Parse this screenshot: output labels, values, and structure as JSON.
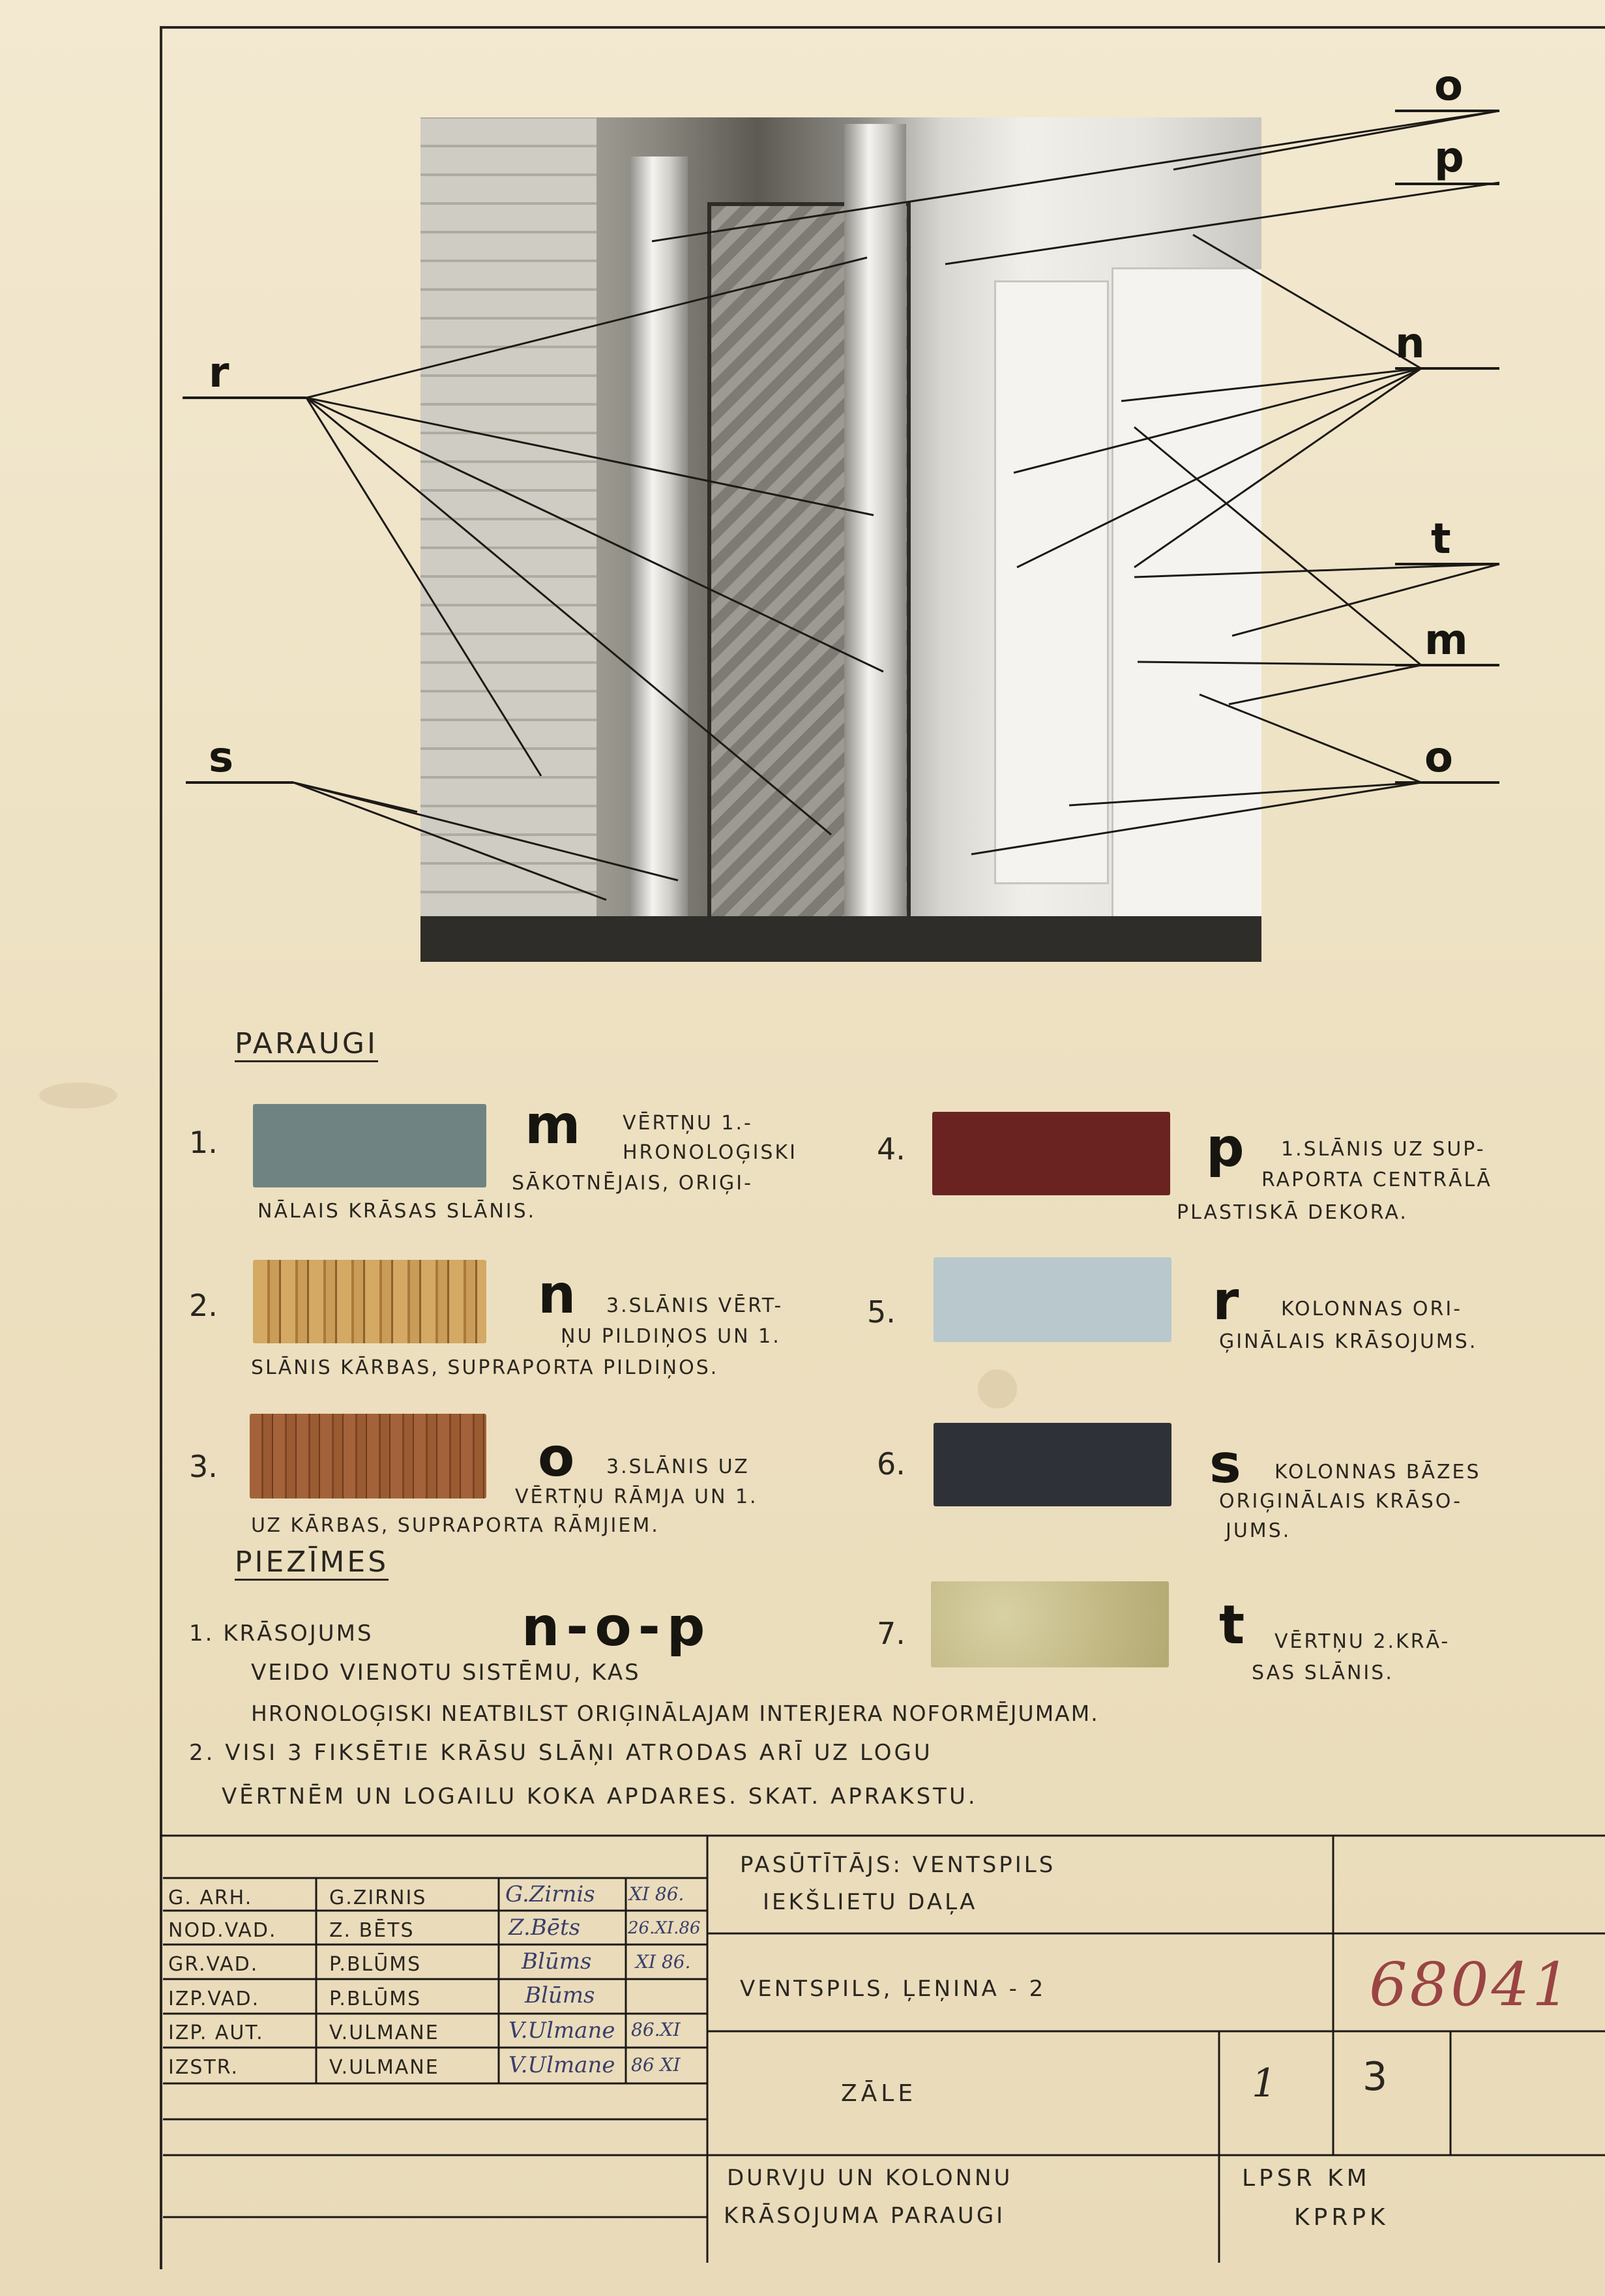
{
  "labels": {
    "o_top": "o",
    "p": "p",
    "r": "r",
    "n": "n",
    "t": "t",
    "m": "m",
    "s": "s",
    "o_bottom": "o"
  },
  "samples_heading": "PARAUGI",
  "samples": [
    {
      "number": "1.",
      "letter": "m",
      "color": "#6f8482",
      "text": [
        "VĒRTŅU 1.-",
        "HRONOLOĢISKI",
        "SĀKOTNĒJAIS, ORIĢI-",
        "NĀLAIS KRĀSAS SLĀNIS."
      ]
    },
    {
      "number": "2.",
      "letter": "n",
      "color": "#c79d57",
      "text": [
        "3.SLĀNIS VĒRT-",
        "ŅU PILDIŅOS UN 1.",
        "SLĀNIS KĀRBAS, SUPRAPORTA PILDIŅOS."
      ]
    },
    {
      "number": "3.",
      "letter": "o",
      "color": "#9c5c34",
      "text": [
        "3.SLĀNIS UZ",
        "VĒRTŅU RĀMJA UN 1.",
        "UZ KĀRBAS, SUPRAPORTA RĀMJIEM."
      ]
    },
    {
      "number": "4.",
      "letter": "p",
      "color": "#6a2320",
      "text": [
        "1.SLĀNIS UZ SUP-",
        "RAPORTA CENTRĀLĀ",
        "PLASTISKĀ DEKORA."
      ]
    },
    {
      "number": "5.",
      "letter": "r",
      "color": "#b9c8cc",
      "text": [
        "KOLONNAS ORI-",
        "ĢINĀLAIS KRĀSOJUMS."
      ]
    },
    {
      "number": "6.",
      "letter": "s",
      "color": "#2e3238",
      "text": [
        "KOLONNAS BĀZES",
        "ORIĢINĀLAIS KRĀSO-",
        "JUMS."
      ]
    },
    {
      "number": "7.",
      "letter": "t",
      "color": "#cdc492",
      "text": [
        "VĒRTŅU 2.KRĀ-",
        "SAS SLĀNIS."
      ]
    }
  ],
  "notes_heading": "PIEZĪMES",
  "notes": {
    "n1_prefix": "1. KRĀSOJUMS",
    "n1_letters": "n-o-p",
    "n1_line2": "VEIDO VIENOTU SISTĒMU, KAS",
    "n1_line3": "HRONOLOĢISKI NEATBILST ORIĢINĀLAJAM INTERJERA NOFORMĒJUMAM.",
    "n2_line1": "2. VISI 3 FIKSĒTIE KRĀSU SLĀŅI ATRODAS ARĪ UZ LOGU",
    "n2_line2": "VĒRTNĒM UN LOGAILU KOKA APDARES. SKAT. APRAKSTU."
  },
  "title_block": {
    "rows": [
      {
        "role": "G. ARH.",
        "name": "G.ZIRNIS",
        "sign": "G.Zirnis",
        "date": "XI 86."
      },
      {
        "role": "NOD.VAD.",
        "name": "Z. BĒTS",
        "sign": "Z.Bēts",
        "date": "26.XI.86"
      },
      {
        "role": "GR.VAD.",
        "name": "P.BLŪMS",
        "sign": "Blūms",
        "date": "XI 86."
      },
      {
        "role": "IZP.VAD.",
        "name": "P.BLŪMS",
        "sign": "Blūms",
        "date": ""
      },
      {
        "role": "IZP. AUT.",
        "name": "V.ULMANE",
        "sign": "V.Ulmane",
        "date": "86.XI"
      },
      {
        "role": "IZSTR.",
        "name": "V.ULMANE",
        "sign": "V.Ulmane",
        "date": "86 XI"
      }
    ],
    "client_line1": "PASŪTĪTĀJS: VENTSPILS",
    "client_line2": "IEKŠLIETU DAĻA",
    "address": "VENTSPILS, ĻEŅINA - 2",
    "reference": "68041",
    "room": "ZĀLE",
    "sheet": "1",
    "sheets": "3",
    "drawing_title_1": "DURVJU UN KOLONNU",
    "drawing_title_2": "KRĀSOJUMA PARAUGI",
    "org_1": "LPSR KM",
    "org_2": "KPRPK"
  }
}
